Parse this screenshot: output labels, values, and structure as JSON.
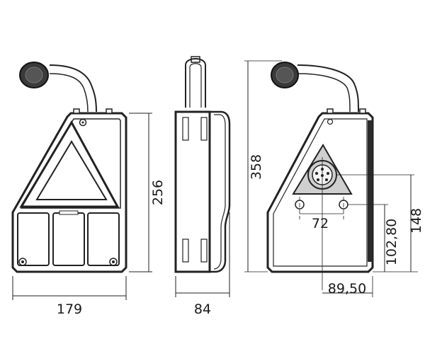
{
  "dimensions": {
    "front_width": "179",
    "front_height": "256",
    "side_depth": "84",
    "rear_height": "358",
    "bolt_spacing": "72",
    "bolt_height": "148",
    "socket_height": "102,80",
    "socket_offset": "89,50"
  },
  "colors": {
    "line": "#222222",
    "lens": "#3a3a3a",
    "fill_gray": "#cfcfcf"
  }
}
